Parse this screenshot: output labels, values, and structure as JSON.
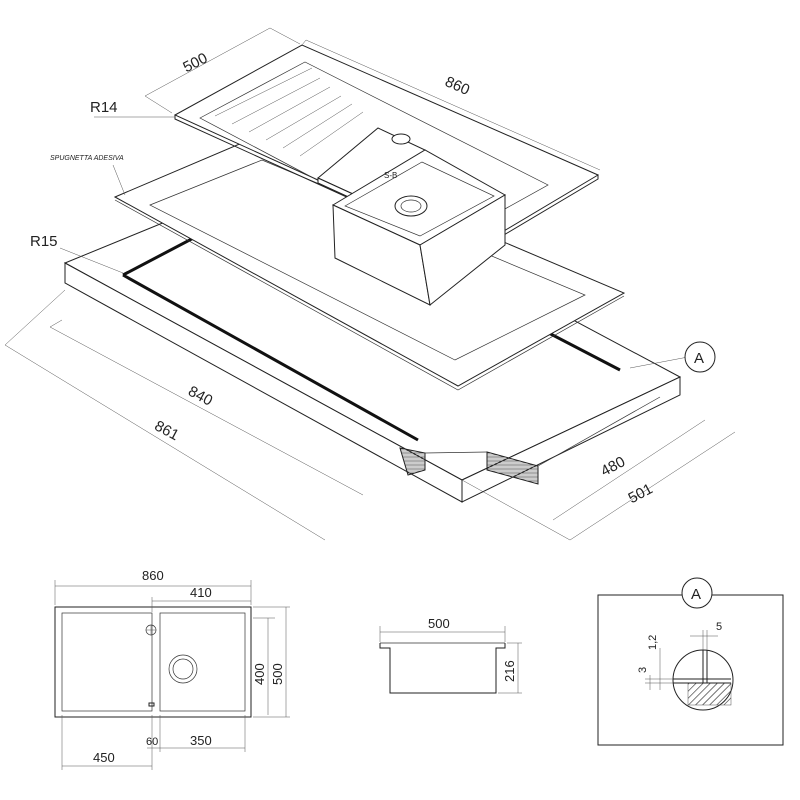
{
  "dimensions": {
    "iso_width": "500",
    "iso_length": "860",
    "radius_top": "R14",
    "radius_bottom": "R15",
    "inner_length": "840",
    "outer_length": "861",
    "inner_depth": "480",
    "outer_depth": "501",
    "detail_marker": "A"
  },
  "labels": {
    "adhesive_sponge": "SPUGNETTA ADESIVA"
  },
  "plan_view": {
    "overall_width": "860",
    "bowl_width": "410",
    "overall_depth": "500",
    "bowl_depth": "400",
    "drainer_width": "450",
    "divider": "60",
    "bowl_inner": "350"
  },
  "section_view": {
    "width": "500",
    "height": "216"
  },
  "detail_view": {
    "title": "A",
    "dim_5": "5",
    "dim_1_2": "1,2",
    "dim_3": "3"
  },
  "colors": {
    "line": "#222222",
    "background": "#ffffff",
    "edge_band": "#111111"
  }
}
